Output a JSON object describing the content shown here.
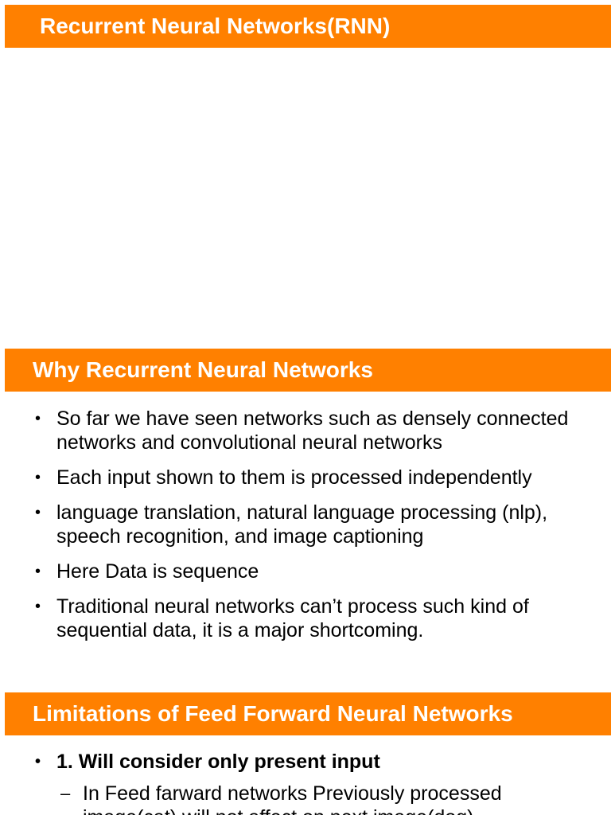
{
  "slides": [
    {
      "title": "Recurrent Neural Networks(RNN)",
      "bullets": []
    },
    {
      "title": "Why Recurrent Neural Networks",
      "bullets": [
        "So far we have seen networks such as densely connected networks and convolutional neural networks",
        "Each input shown to them is processed independently",
        "language translation, natural language processing (nlp), speech recognition, and image captioning",
        "Here Data is sequence",
        "Traditional neural networks can’t process such kind of sequential data, it is a major shortcoming."
      ]
    },
    {
      "title": "Limitations of Feed Forward Neural Networks",
      "bullets": [
        "1. Will consider only present input"
      ],
      "sub_bullets": [
        "In Feed farward networks Previously processed image(cat) will not affect on next image(dog)"
      ]
    }
  ],
  "bullet_glyph": "•",
  "sub_bullet_glyph": "–",
  "colors": {
    "header_bg": "#ff8000",
    "header_text": "#ffffff",
    "body_text": "#000000"
  }
}
